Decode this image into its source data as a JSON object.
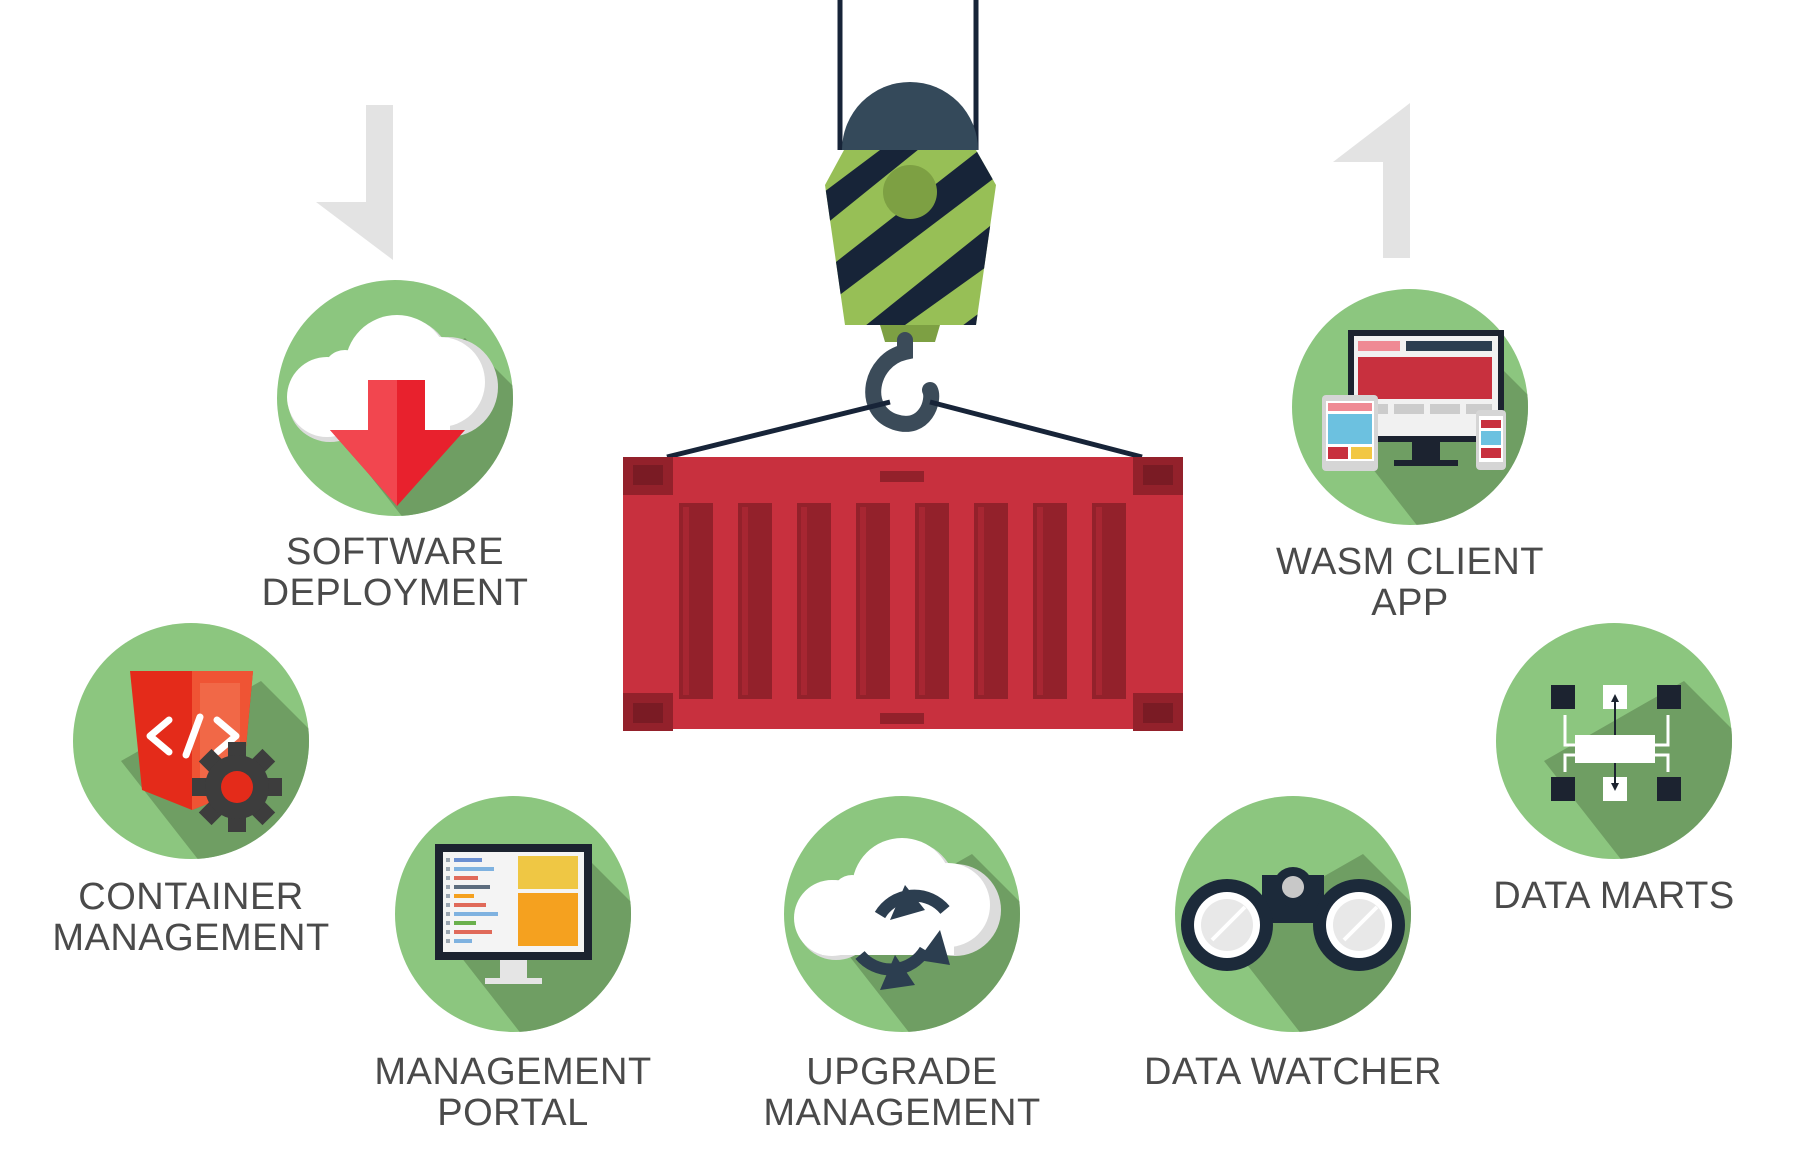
{
  "colors": {
    "circle_green": "#8cc67f",
    "circle_shadow": "#6f9e63",
    "container_red": "#c8303e",
    "container_dark_red": "#93212b",
    "hook_green": "#97bf56",
    "hook_navy": "#172438",
    "arrow_grey": "#e3e3e3",
    "label_text": "#4a4a4a"
  },
  "nodes": [
    {
      "id": "software-deployment",
      "icon": "cloud-download-icon",
      "line1": "SOFTWARE",
      "line2": "DEPLOYMENT"
    },
    {
      "id": "container-management",
      "icon": "html-gear-icon",
      "line1": "CONTAINER",
      "line2": "MANAGEMENT"
    },
    {
      "id": "management-portal",
      "icon": "monitor-code-icon",
      "line1": "MANAGEMENT",
      "line2": "PORTAL"
    },
    {
      "id": "upgrade-management",
      "icon": "cloud-sync-icon",
      "line1": "UPGRADE",
      "line2": "MANAGEMENT"
    },
    {
      "id": "data-watcher",
      "icon": "binoculars-icon",
      "line1": "DATA WATCHER",
      "line2": ""
    },
    {
      "id": "data-marts",
      "icon": "data-flow-icon",
      "line1": "DATA MARTS",
      "line2": ""
    },
    {
      "id": "wasm-client-app",
      "icon": "responsive-devices-icon",
      "line1": "WASM CLIENT",
      "line2": "APP"
    }
  ]
}
